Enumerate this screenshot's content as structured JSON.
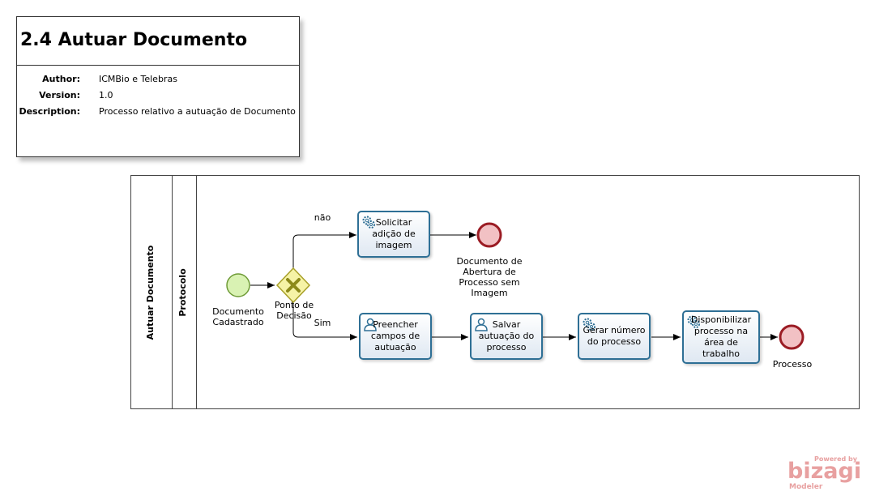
{
  "header": {
    "title": "2.4 Autuar Documento",
    "author_label": "Author:",
    "author": "ICMBio e Telebras",
    "version_label": "Version:",
    "version": "1.0",
    "description_label": "Description:",
    "description": "Processo relativo a autuação de Documento"
  },
  "pool": {
    "name": "Autuar Documento",
    "lane": "Protocolo"
  },
  "events": {
    "start": "Documento Cadastrado",
    "end_image": "Documento de Abertura de Processo sem Imagem",
    "end_process": "Processo"
  },
  "gateway": {
    "label": "Ponto de Decisão",
    "no": "não",
    "yes": "Sim"
  },
  "tasks": {
    "solicitar": "Solicitar adição de imagem",
    "preencher": "Preencher campos de autuação",
    "salvar": "Salvar autuação do processo",
    "gerar": "Gerar número do processo",
    "disponibilizar": "Disponibilizar processo na área de trabalho"
  },
  "logo": {
    "powered": "Powered by",
    "brand": "bizagi",
    "product": "Modeler"
  },
  "colors": {
    "task_border": "#2e6f95",
    "start_fill": "#d9f2b3",
    "start_stroke": "#6e9a36",
    "end_fill": "#f2c1c4",
    "end_stroke": "#9b1c24",
    "gateway_fill": "#f6f3a6",
    "gateway_stroke": "#a8a02a",
    "logo": "#e8a0a0"
  }
}
